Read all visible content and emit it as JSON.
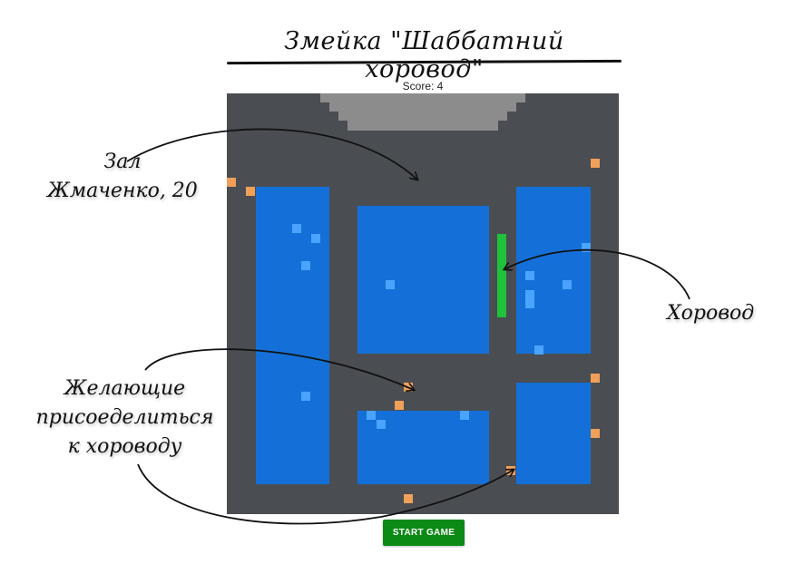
{
  "title": "Змейка \"Шаббатний хоровод\"",
  "score": {
    "label": "Score:",
    "value": "4",
    "text": "Score: 4"
  },
  "buttons": {
    "start": "START GAME"
  },
  "annotations": {
    "hall_line1": "Зал",
    "hall_line2": "Жмаченко, 20",
    "dance": "Хоровод",
    "want_line1": "Желающие",
    "want_line2": "присоеделиться",
    "want_line3": "к хороводу"
  },
  "colors": {
    "board": "#4a4d52",
    "stage": "#8c8c8c",
    "zone": "#1470d8",
    "tile": "#4aa3ff",
    "snake": "#1fc23a",
    "person": "#f0a058",
    "button": "#0c8a16"
  }
}
